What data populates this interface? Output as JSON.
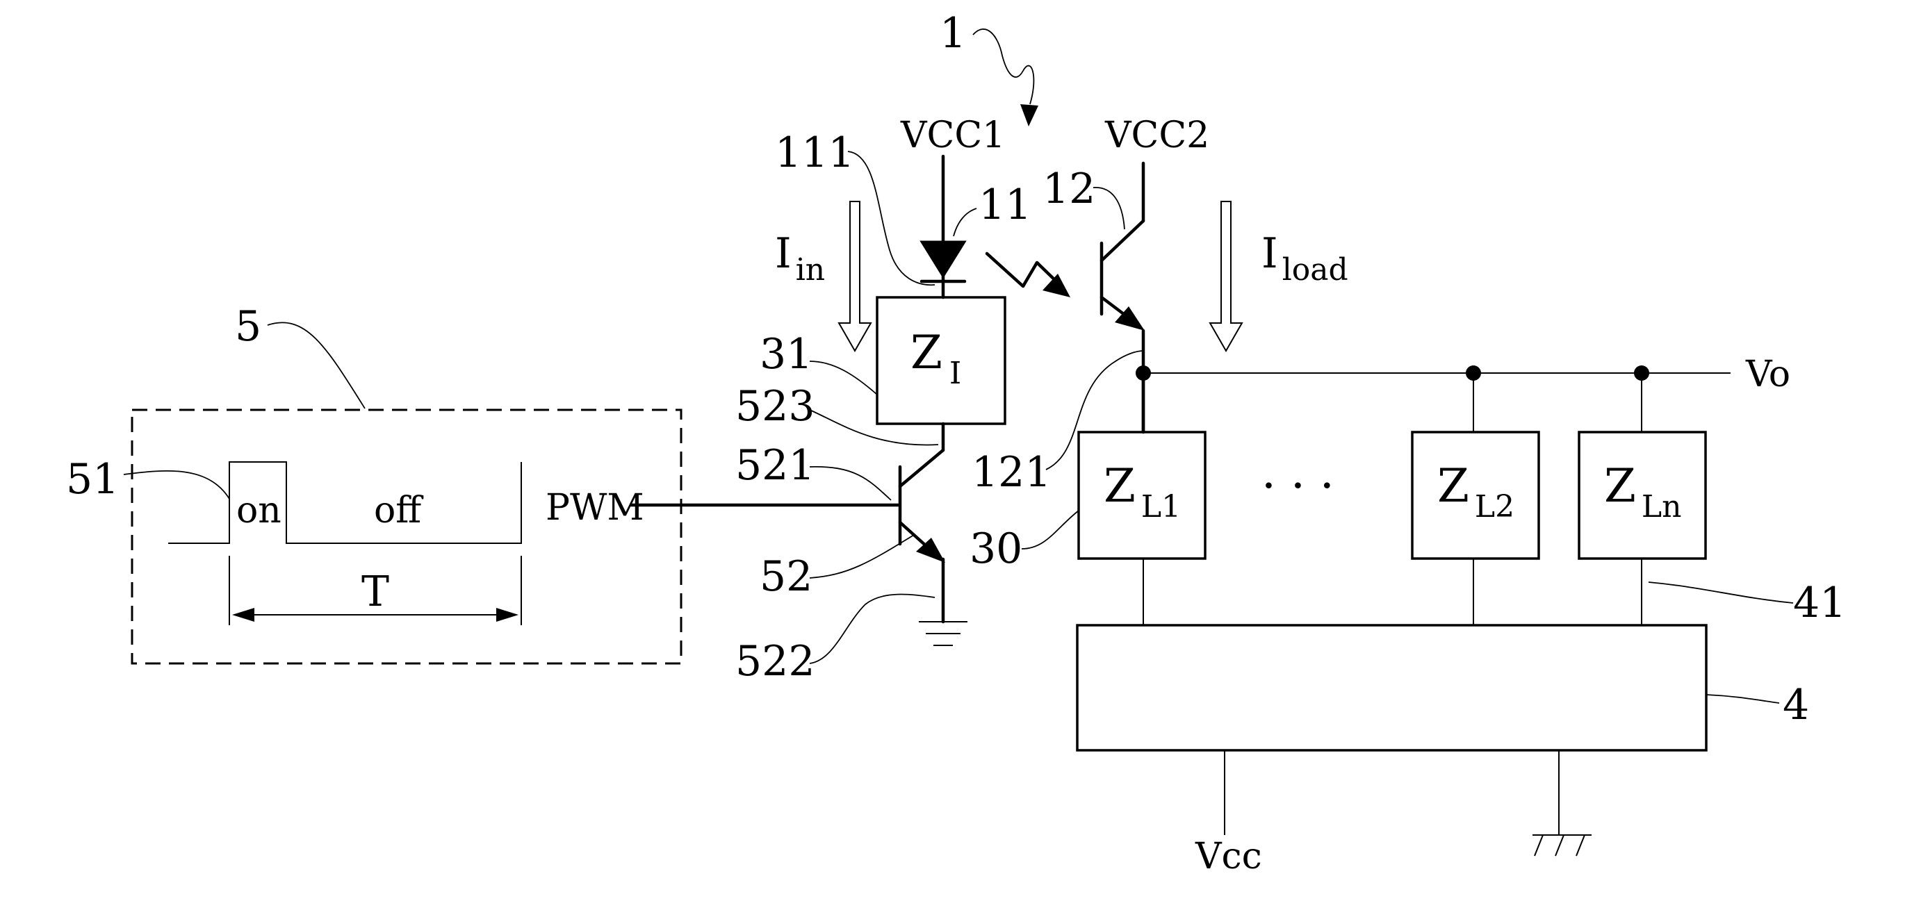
{
  "refs": {
    "r1": "1",
    "r5": "5",
    "r11": "11",
    "r111": "111",
    "r12": "12",
    "r121": "121",
    "r30": "30",
    "r31": "31",
    "r4": "4",
    "r41": "41",
    "r51": "51",
    "r52": "52",
    "r521": "521",
    "r522": "522",
    "r523": "523"
  },
  "signals": {
    "vcc1": "VCC1",
    "vcc2": "VCC2",
    "iin_main": "I",
    "iin_sub": "in",
    "iload_main": "I",
    "iload_sub": "load",
    "vo": "Vo",
    "pwm": "PWM",
    "vcc": "Vcc",
    "on": "on",
    "off": "off",
    "period": "T",
    "ellipsis": "· · ·"
  },
  "impedances": {
    "zi": {
      "main": "Z",
      "sub": "I"
    },
    "zl1": {
      "main": "Z",
      "sub": "L1"
    },
    "zl2": {
      "main": "Z",
      "sub": "L2"
    },
    "zln": {
      "main": "Z",
      "sub": "Ln"
    }
  }
}
